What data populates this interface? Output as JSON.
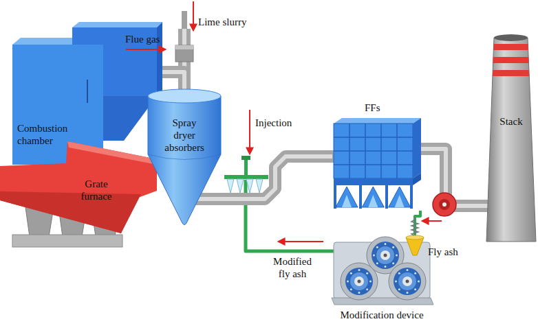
{
  "diagram": {
    "nodes": [
      {
        "text": [
          "Combustion chamber"
        ]
      },
      {
        "text": [
          "Grate furnace"
        ]
      },
      {
        "text": [
          "Spray dryer absorbers"
        ]
      },
      {
        "text": [
          "FFs"
        ]
      },
      {
        "text": [
          "Stack"
        ]
      },
      {
        "text": [
          "Modification device"
        ]
      }
    ],
    "edges": [
      {
        "from": 0,
        "to": 2,
        "arrow": "none"
      },
      {
        "from": 2,
        "to": 3,
        "arrow": "none"
      },
      {
        "from": 3,
        "to": 4,
        "arrow": "none"
      },
      {
        "from": 3,
        "to": 5,
        "arrow": "none"
      }
    ],
    "labels": [
      "Lime slurry",
      "Flue gas",
      "Injection",
      "Fly ash",
      "Modified fly ash"
    ]
  }
}
